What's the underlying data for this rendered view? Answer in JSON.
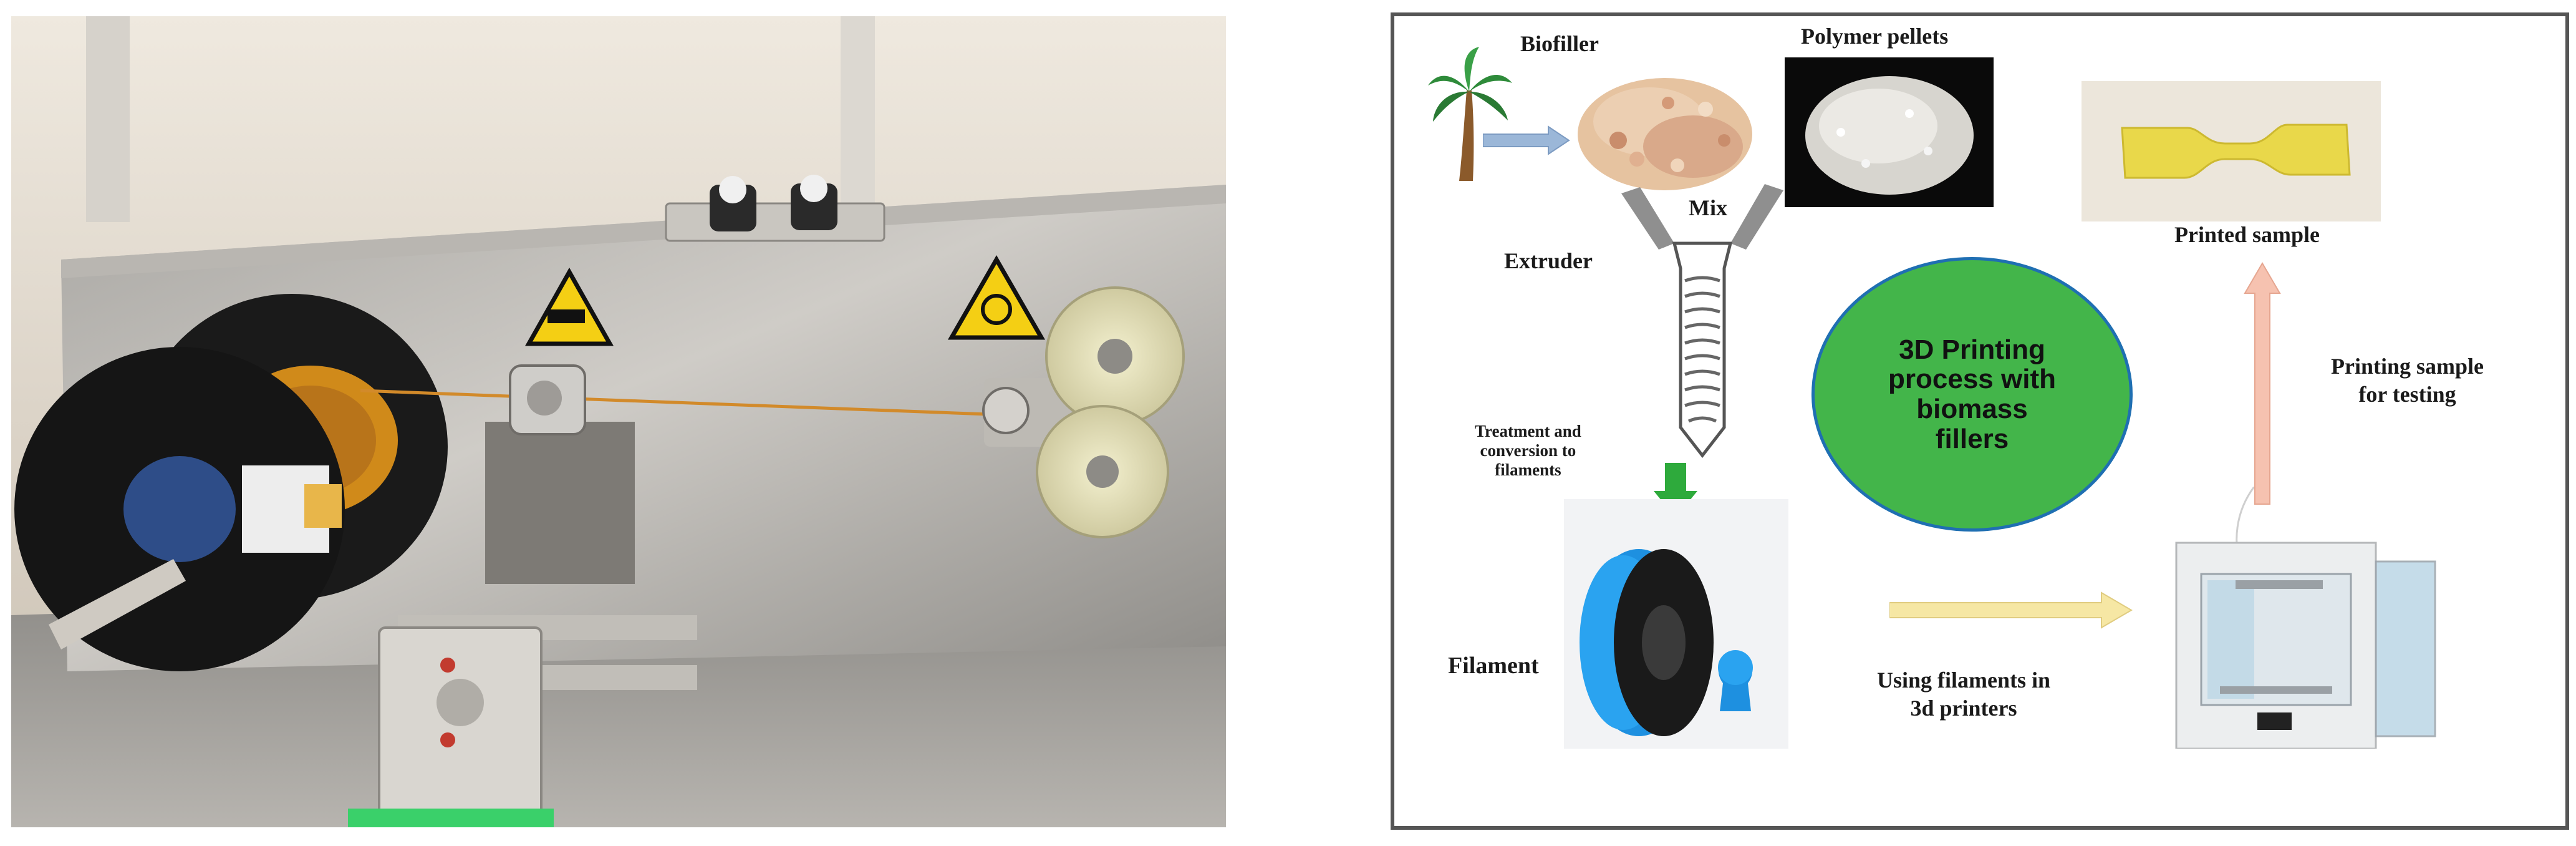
{
  "diagram": {
    "labels": {
      "biofiller": "Biofiller",
      "polymer_pellets": "Polymer pellets",
      "mix": "Mix",
      "extruder": "Extruder",
      "treatment": "Treatment and\nconversion to\nfilaments",
      "filament": "Filament",
      "using_filaments": "Using filaments in\n3d printers",
      "printed_sample": "Printed sample",
      "printing_sample": "Printing sample\nfor testing"
    },
    "center_text": "3D Printing\nprocess with\nbiomass\nfillers"
  },
  "colors": {
    "ellipse_fill": "#43b54a",
    "ellipse_border": "#1f6fb2",
    "arrow_blue": "#9bb7d8",
    "arrow_green": "#2eaa3c",
    "arrow_yellow": "#f6e7a4",
    "arrow_pink": "#f6c2b0",
    "filament_blue": "#1e90e0"
  }
}
